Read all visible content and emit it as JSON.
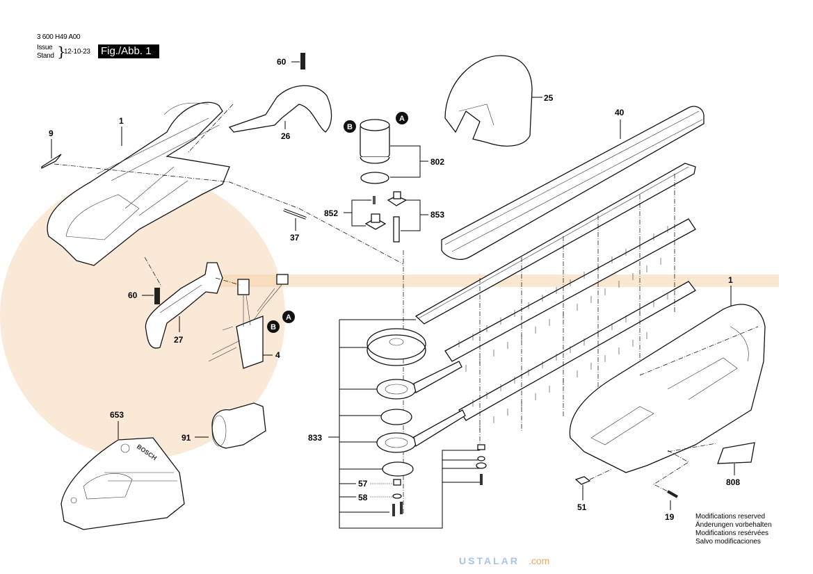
{
  "header": {
    "document_code": "3 600 H49 A00",
    "issue_label": "Issue",
    "stand_label": "Stand",
    "brace": "}",
    "issue_date": "12-10-23",
    "figure_label": "Fig./Abb. 1"
  },
  "notice": {
    "lines": [
      "Modifications reserved",
      "Änderungen vorbehalten",
      "Modifications resérvées",
      "Salvo modificaciones"
    ]
  },
  "watermark": {
    "text": "USTALAR",
    "suffix": ".com",
    "color_blue": "#a9c4e4",
    "color_orange": "#f6cfa6"
  },
  "charger_brand": "BOSCH",
  "connectors": {
    "a": "A",
    "b": "B"
  },
  "callouts": {
    "p60_top": "60",
    "p26": "26",
    "p25": "25",
    "p40": "40",
    "p9": "9",
    "p1_left": "1",
    "p802": "802",
    "p852": "852",
    "p853": "853",
    "p37": "37",
    "p60_left": "60",
    "p27": "27",
    "p4": "4",
    "p1_right": "1",
    "p653": "653",
    "p91": "91",
    "p833": "833",
    "p57": "57",
    "p58": "58",
    "p51": "51",
    "p19": "19",
    "p808": "808"
  }
}
